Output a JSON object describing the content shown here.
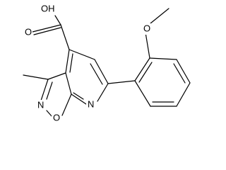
{
  "structure": {
    "labels": {
      "hydroxyl": "OH",
      "carbonyl_oxygen": "O",
      "ether_oxygen": "O",
      "methyl_on_ether": "",
      "ring_nitrogen_isoxazole": "N",
      "ring_oxygen_isoxazole": "O",
      "ring_nitrogen_pyridine": "N"
    }
  }
}
